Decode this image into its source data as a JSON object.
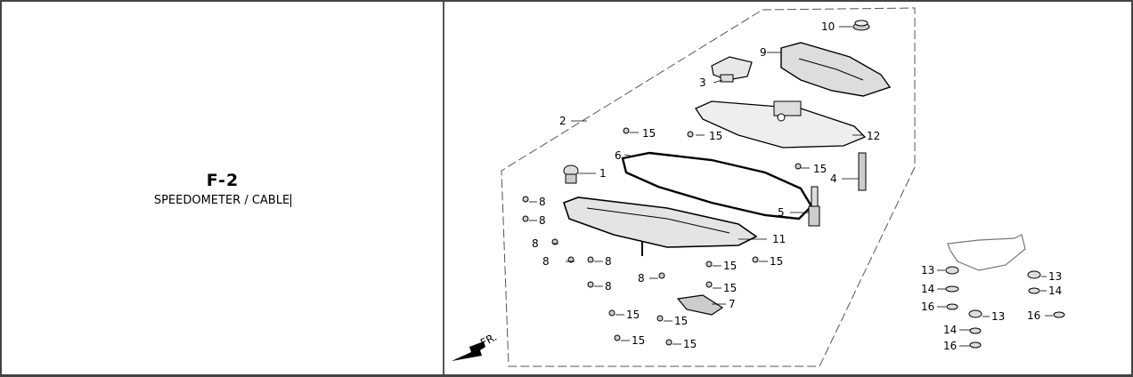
{
  "section": {
    "code": "F-2",
    "name": "SPEEDOMETER / CABLE"
  },
  "diagram": {
    "direction_label": "FR.",
    "part_labels": [
      "10",
      "9",
      "3",
      "2",
      "15",
      "15",
      "12",
      "6",
      "1",
      "15",
      "4",
      "8",
      "8",
      "5",
      "11",
      "8",
      "8",
      "8",
      "15",
      "15",
      "8",
      "8",
      "15",
      "7",
      "15",
      "15",
      "15",
      "15",
      "13",
      "13",
      "14",
      "14",
      "16",
      "13",
      "16",
      "14",
      "16"
    ]
  }
}
